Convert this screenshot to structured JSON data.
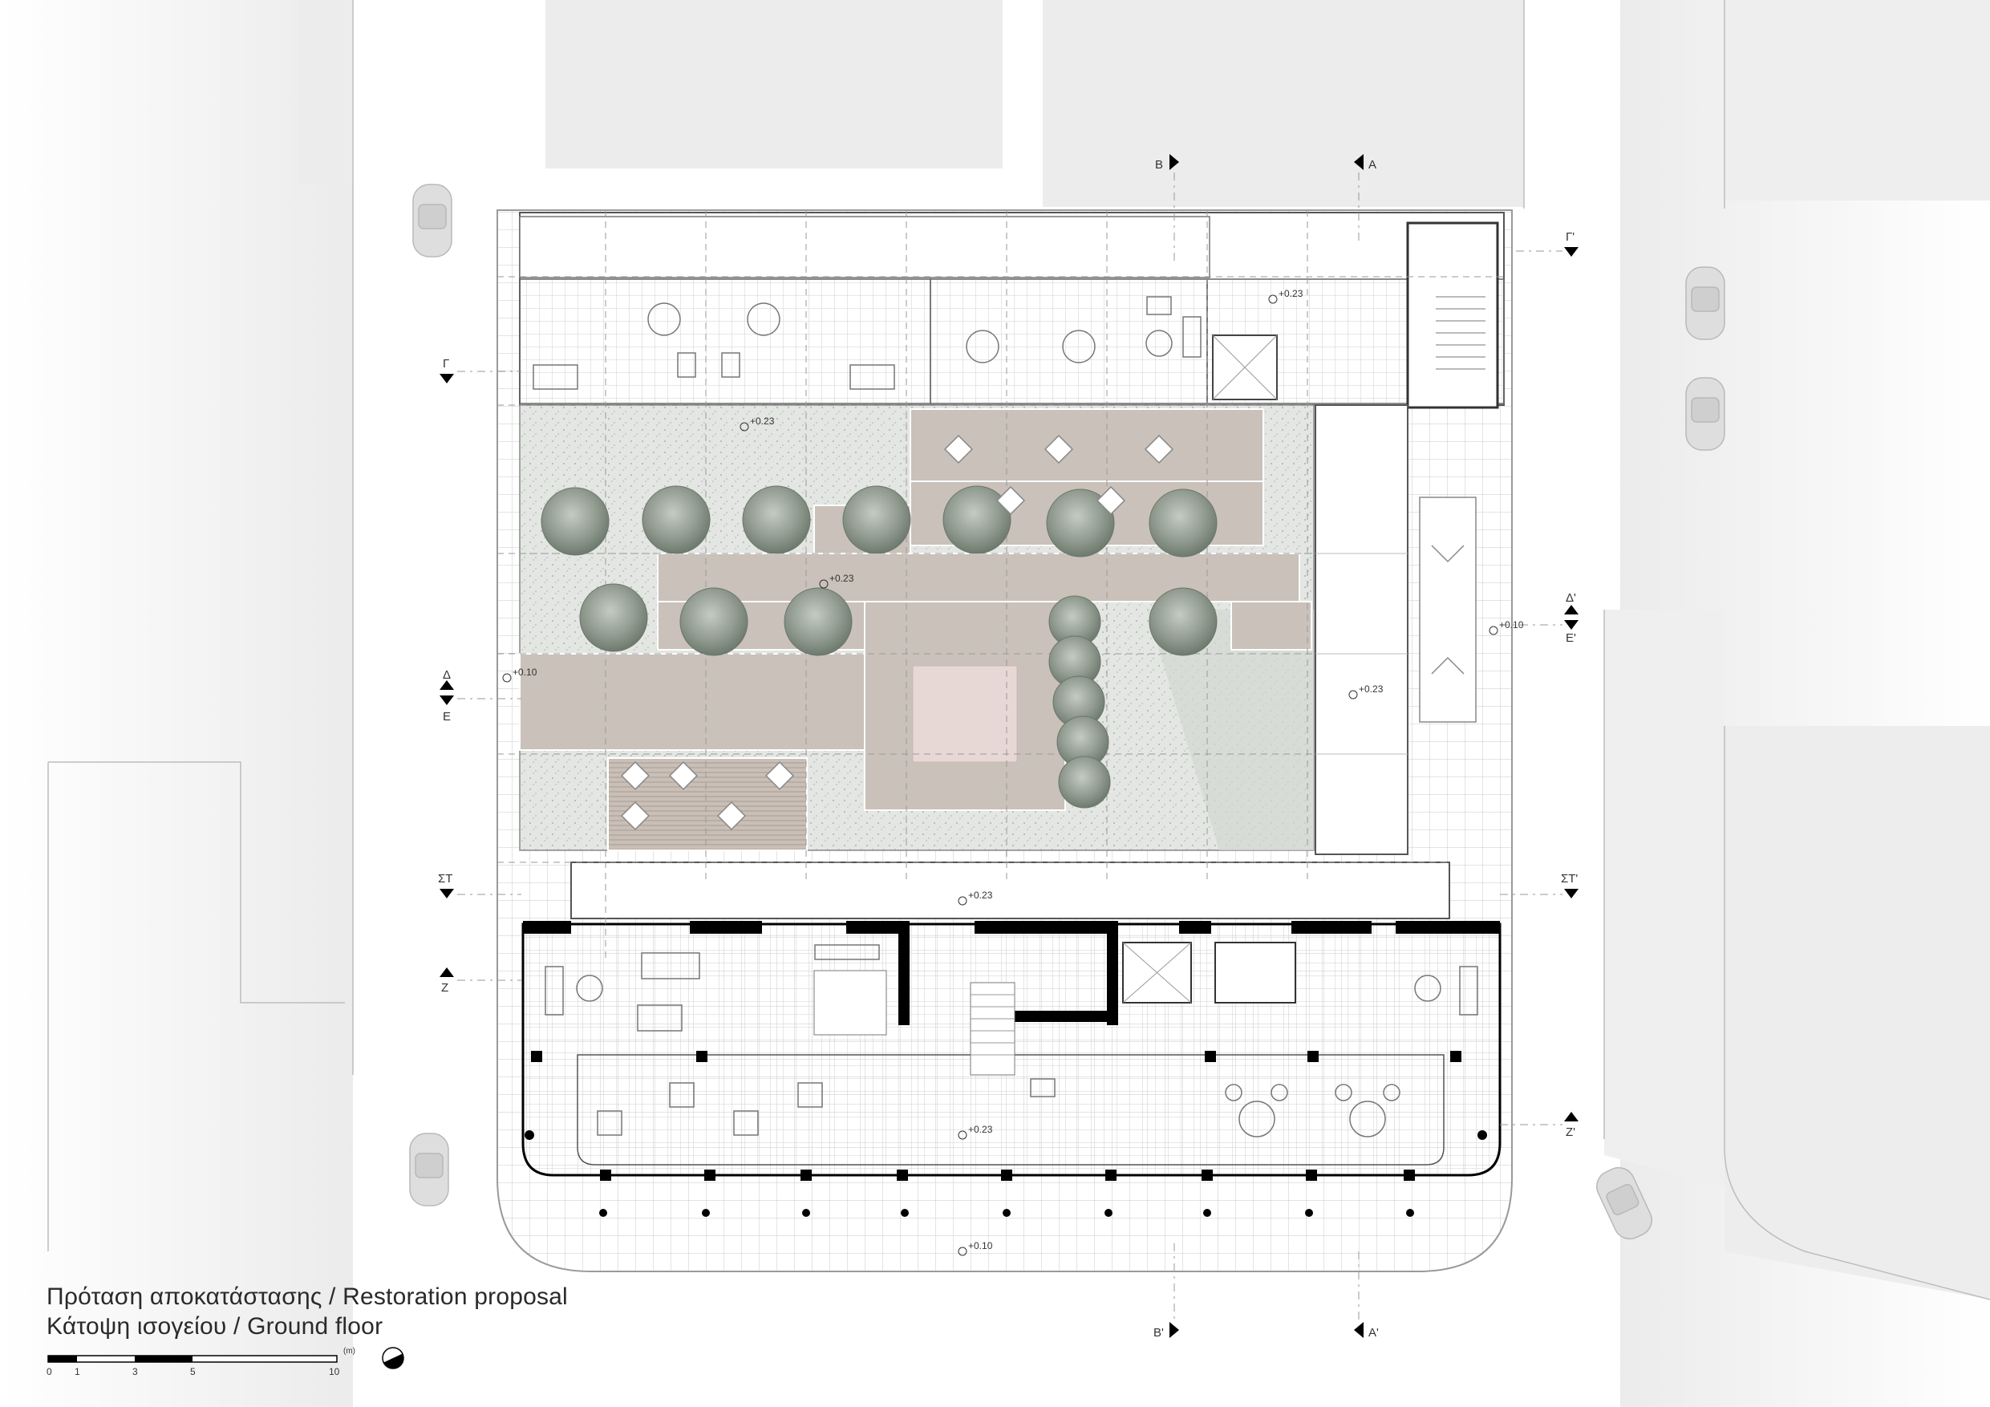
{
  "title": {
    "line1": "Πρόταση αποκατάστασης / Restoration proposal",
    "line2": "Κάτοψη ισογείου / Ground floor"
  },
  "scale_bar": {
    "ticks": [
      "0",
      "1",
      "3",
      "5",
      "10"
    ],
    "unit": "(m)"
  },
  "sections": {
    "B_top": "B",
    "A_top": "A",
    "B_bottom": "B'",
    "A_bottom": "A'",
    "G_left": "Γ",
    "G_right": "Γ'",
    "D_left": "Δ",
    "D_right": "Δ'",
    "E_left": "Ε",
    "E_right": "Ε'",
    "ST_left": "ΣΤ",
    "ST_right": "ΣΤ'",
    "Z_left": "Ζ",
    "Z_right": "Ζ'"
  },
  "levels": {
    "north_wing": "+0.23",
    "north_corridor": "+0.23",
    "courtyard": "+0.23",
    "courtyard_west": "+0.10",
    "east_hall": "+0.23",
    "east_sidewalk": "+0.10",
    "south_corridor": "+0.23",
    "south_wing": "+0.23",
    "south_sidewalk": "+0.10"
  },
  "colors": {
    "wall": "#000000",
    "neighbor_block": "#ededed",
    "courtyard_paving": "#c9c1ba",
    "gravel": "#dfe3de",
    "tree": "#8f9a8e"
  }
}
